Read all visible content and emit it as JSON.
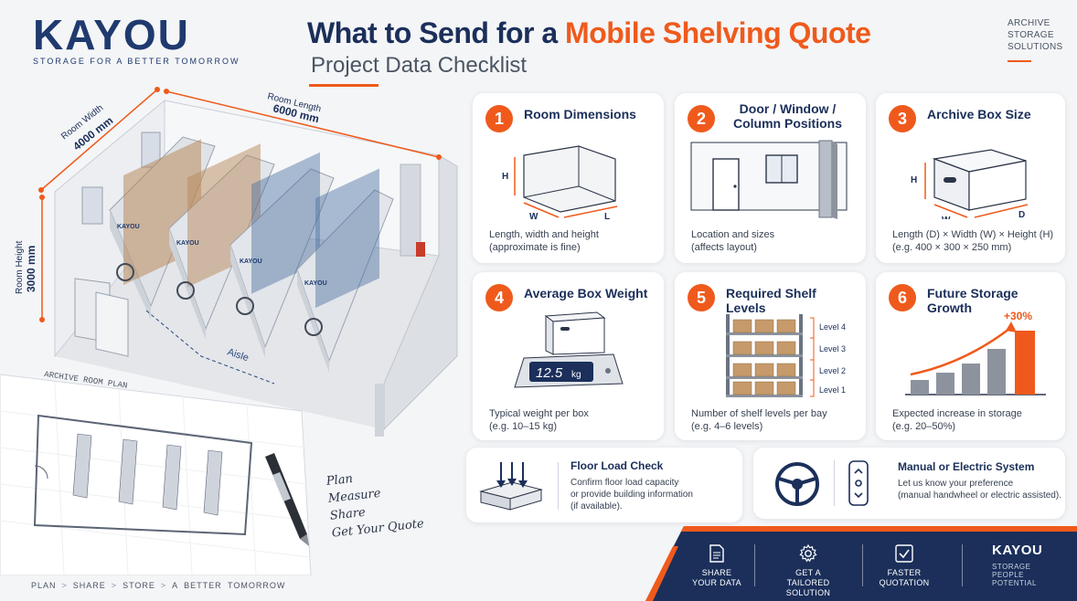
{
  "brand": {
    "logo_text": "KAYOU",
    "tagline": "STORAGE FOR A BETTER TOMORROW",
    "colors": {
      "navy": "#1b2f5a",
      "orange": "#ef5a1c"
    }
  },
  "header": {
    "title_part1": "What to Send for a ",
    "title_accent": "Mobile Shelving Quote",
    "subtitle": "Project Data Checklist",
    "corner_tag": [
      "ARCHIVE",
      "STORAGE",
      "SOLUTIONS"
    ]
  },
  "illustration": {
    "room_width_label": "Room Width",
    "room_width_value": "4000 mm",
    "room_length_label": "Room Length",
    "room_length_value": "6000 mm",
    "room_height_label": "Room Height",
    "room_height_value": "3000 mm",
    "aisle_label": "Aisle",
    "shelf_brand": "KAYOU",
    "plan_title": "ARCHIVE ROOM PLAN",
    "handwritten_note": [
      "Plan",
      "Measure",
      "Share",
      "Get Your Quote"
    ]
  },
  "footer_nav": [
    "PLAN",
    "SHARE",
    "STORE",
    "A BETTER TOMORROW"
  ],
  "cards": [
    {
      "num": "1",
      "title": "Room Dimensions",
      "desc": [
        "Length, width and height",
        "(approximate is fine)"
      ],
      "labels": [
        "H",
        "W",
        "L"
      ]
    },
    {
      "num": "2",
      "title": "Door / Window / Column Positions",
      "desc": [
        "Location and sizes",
        "(affects layout)"
      ]
    },
    {
      "num": "3",
      "title": "Archive Box Size",
      "desc": [
        "Length (D) × Width (W) × Height (H)",
        "(e.g. 400 × 300 × 250 mm)"
      ],
      "labels": [
        "H",
        "W",
        "D"
      ]
    },
    {
      "num": "4",
      "title": "Average Box Weight",
      "desc": [
        "Typical weight per box",
        "(e.g. 10–15 kg)"
      ],
      "scale_value": "12.5",
      "scale_unit": "kg"
    },
    {
      "num": "5",
      "title": "Required Shelf Levels",
      "desc": [
        "Number of shelf levels per bay",
        "(e.g. 4–6 levels)"
      ],
      "levels": [
        "Level 4",
        "Level 3",
        "Level 2",
        "Level 1"
      ]
    },
    {
      "num": "6",
      "title": "Future Storage Growth",
      "desc": [
        "Expected increase in storage",
        "(e.g. 20–50%)"
      ],
      "growth_label": "+30%"
    }
  ],
  "floor_load": {
    "title": "Floor Load Check",
    "desc": [
      "Confirm floor load capacity",
      "or provide building information",
      "(if available)."
    ]
  },
  "system": {
    "title": "Manual or Electric System",
    "desc": [
      "Let us know your preference",
      "(manual handwheel or electric assisted)."
    ]
  },
  "banner": {
    "items": [
      {
        "line1": "SHARE",
        "line2": "YOUR DATA"
      },
      {
        "line1": "GET A",
        "line2": "TAILORED SOLUTION"
      },
      {
        "line1": "FASTER",
        "line2": "QUOTATION"
      }
    ],
    "logo": "KAYOU",
    "tag": [
      "STORAGE",
      "PEOPLE",
      "POTENTIAL"
    ]
  }
}
